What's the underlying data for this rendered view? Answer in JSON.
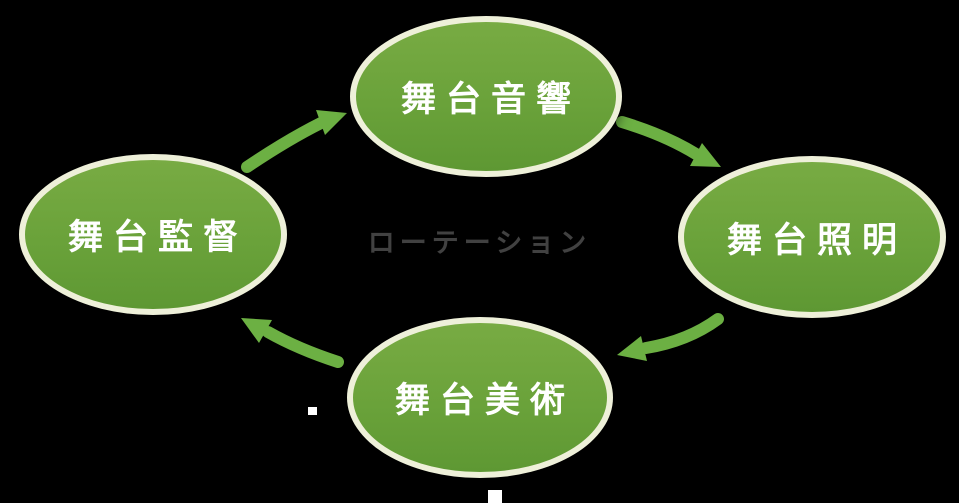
{
  "diagram": {
    "type": "cycle",
    "center_label": "ローテーション",
    "nodes": [
      {
        "id": "stage-sound",
        "label": "舞台音響",
        "position": "top"
      },
      {
        "id": "stage-lighting",
        "label": "舞台照明",
        "position": "right"
      },
      {
        "id": "stage-art",
        "label": "舞台美術",
        "position": "bottom"
      },
      {
        "id": "stage-director",
        "label": "舞台監督",
        "position": "left"
      }
    ],
    "arrows": [
      {
        "from": "stage-director",
        "to": "stage-sound",
        "direction": "up-right"
      },
      {
        "from": "stage-sound",
        "to": "stage-lighting",
        "direction": "down-right"
      },
      {
        "from": "stage-lighting",
        "to": "stage-art",
        "direction": "down-left"
      },
      {
        "from": "stage-art",
        "to": "stage-director",
        "direction": "up-left"
      }
    ],
    "colors": {
      "background": "#000000",
      "ellipse_fill_top": "#78ab43",
      "ellipse_fill_bottom": "#5e9833",
      "ellipse_border": "#eef0d9",
      "arrow": "#6cb043",
      "node_text": "#ffffff",
      "center_text": "#414141"
    }
  }
}
